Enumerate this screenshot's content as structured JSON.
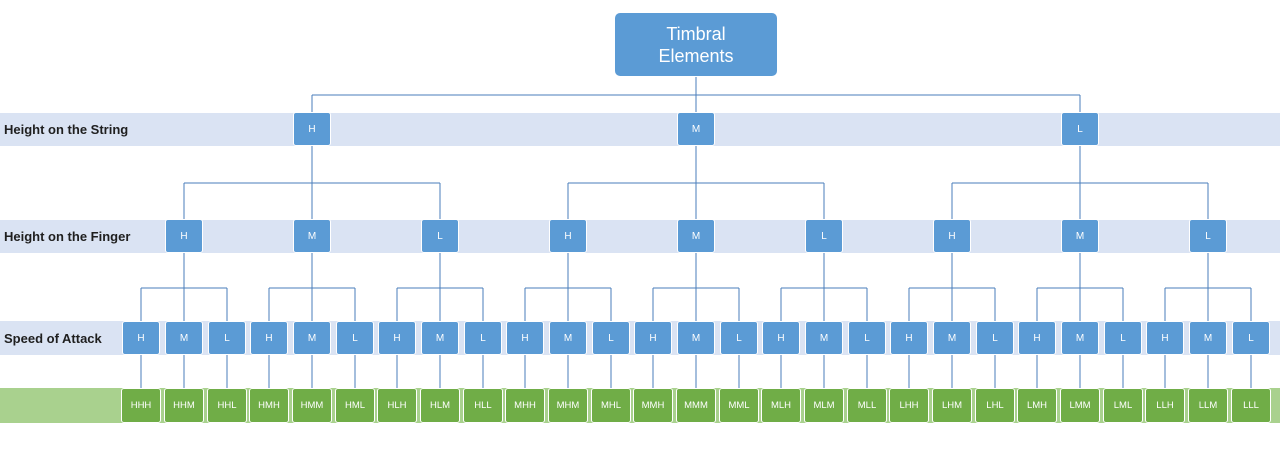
{
  "root": {
    "label": "Timbral\nElements"
  },
  "levels": [
    {
      "band_label": "Height on the String",
      "nodes": [
        "H",
        "M",
        "L"
      ]
    },
    {
      "band_label": "Height on the Finger",
      "nodes": [
        "H",
        "M",
        "L",
        "H",
        "M",
        "L",
        "H",
        "M",
        "L"
      ]
    },
    {
      "band_label": "Speed of Attack",
      "nodes": [
        "H",
        "M",
        "L",
        "H",
        "M",
        "L",
        "H",
        "M",
        "L",
        "H",
        "M",
        "L",
        "H",
        "M",
        "L",
        "H",
        "M",
        "L",
        "H",
        "M",
        "L",
        "H",
        "M",
        "L",
        "H",
        "M",
        "L"
      ]
    }
  ],
  "leaves": [
    "HHH",
    "HHM",
    "HHL",
    "HMH",
    "HMM",
    "HML",
    "HLH",
    "HLM",
    "HLL",
    "MHH",
    "MHM",
    "MHL",
    "MMH",
    "MMM",
    "MML",
    "MLH",
    "MLM",
    "MLL",
    "LHH",
    "LHM",
    "LHL",
    "LMH",
    "LMM",
    "LML",
    "LLH",
    "LLM",
    "LLL"
  ],
  "colors": {
    "node_blue": "#5b9bd5",
    "node_green": "#70ad47",
    "band_blue": "#dae3f3",
    "band_green": "#a9d18e",
    "connector": "#4a7ebb"
  }
}
